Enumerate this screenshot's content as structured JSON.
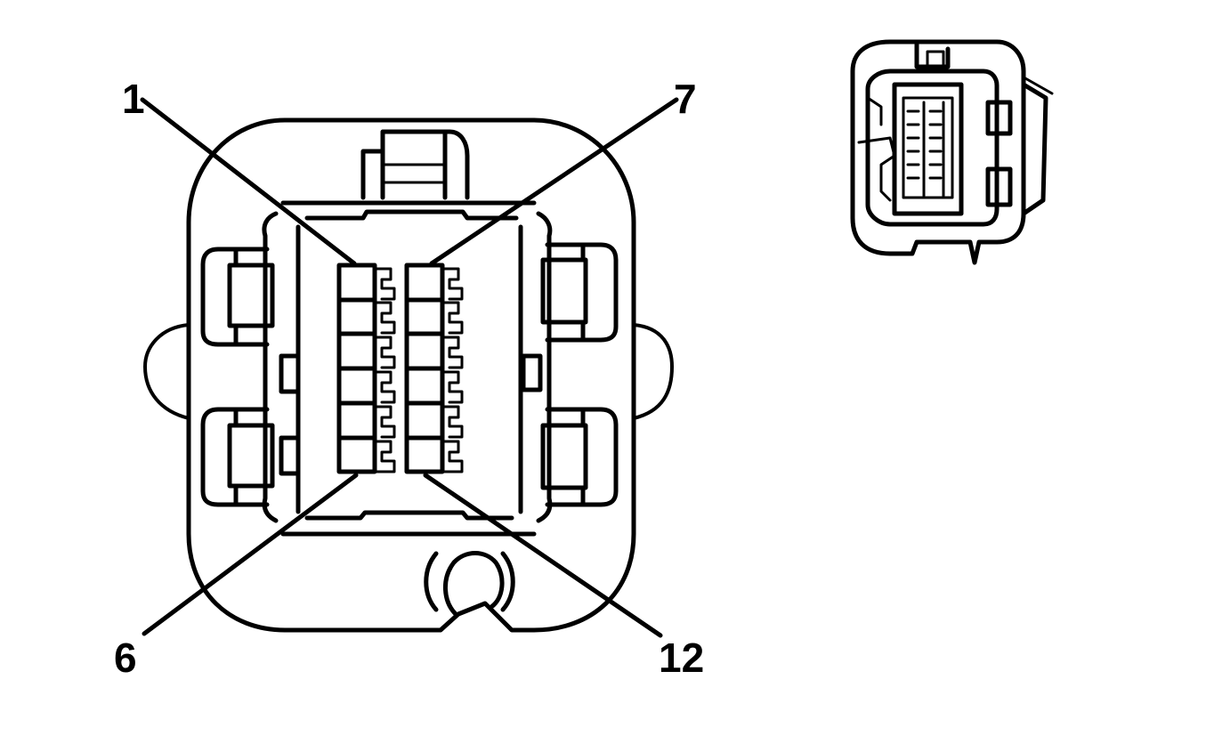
{
  "diagram": {
    "pin_labels": {
      "top_left": "1",
      "top_right": "7",
      "bottom_left": "6",
      "bottom_right": "12"
    }
  }
}
